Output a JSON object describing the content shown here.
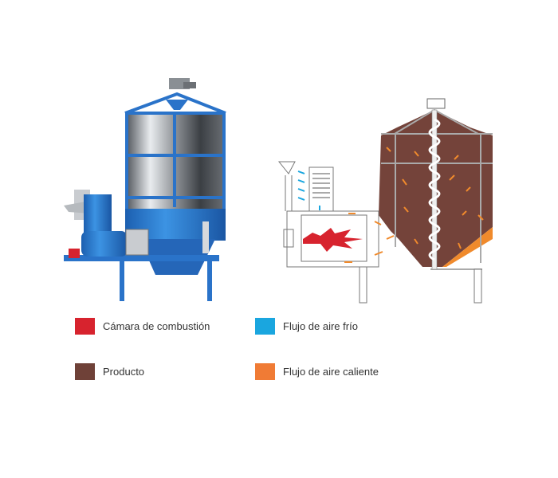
{
  "legend": [
    {
      "label": "Cámara de combustión",
      "color": "#d7232e"
    },
    {
      "label": "Flujo de aire frío",
      "color": "#1aa6df"
    },
    {
      "label": "Producto",
      "color": "#6f4138"
    },
    {
      "label": "Flujo de aire caliente",
      "color": "#f07b35"
    }
  ],
  "colors": {
    "machine_blue": "#2b7fd4",
    "steel": "#9a9ea3",
    "product": "#74433a"
  }
}
